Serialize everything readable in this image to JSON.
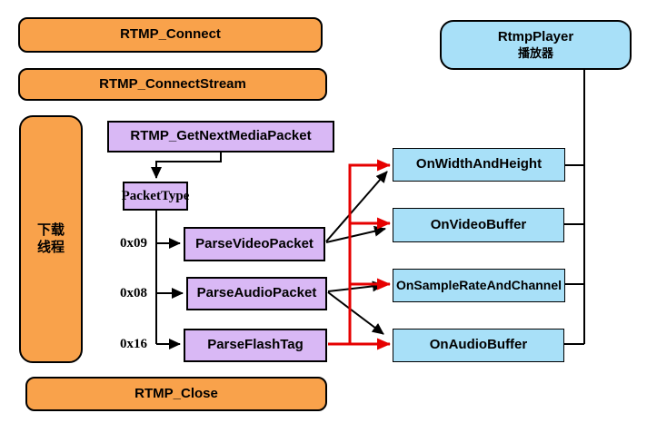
{
  "colors": {
    "orange": "#f9a24b",
    "purple": "#d9b8f5",
    "blue": "#a8e0f8",
    "red": "#e60000",
    "line": "#000000"
  },
  "lifecycle": {
    "connect": "RTMP_Connect",
    "connect_stream": "RTMP_ConnectStream",
    "close": "RTMP_Close"
  },
  "download_thread": {
    "line1": "下载",
    "line2": "线程"
  },
  "pipeline": {
    "get_next_media_packet": "RTMP_GetNextMediaPacket",
    "packet_type": "PacketType"
  },
  "branches": [
    {
      "code": "0x09",
      "handler": "ParseVideoPacket"
    },
    {
      "code": "0x08",
      "handler": "ParseAudioPacket"
    },
    {
      "code": "0x16",
      "handler": "ParseFlashTag"
    }
  ],
  "callbacks": [
    {
      "label": "OnWidthAndHeight"
    },
    {
      "label": "OnVideoBuffer"
    },
    {
      "label": "OnSampleRateAndChannel"
    },
    {
      "label": "OnAudioBuffer"
    }
  ],
  "player": {
    "line1": "RtmpPlayer",
    "line2": "播放器"
  }
}
